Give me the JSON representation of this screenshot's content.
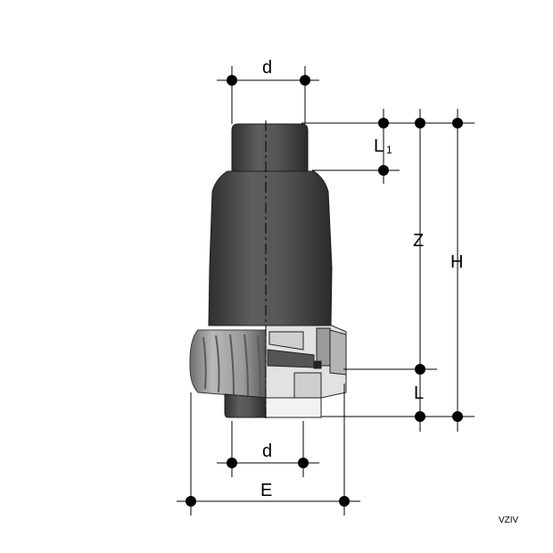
{
  "labels": {
    "d_top": "d",
    "l1_main": "L",
    "l1_sub": "1",
    "z": "Z",
    "h": "H",
    "l": "L",
    "d_bottom": "d",
    "e": "E"
  },
  "code": "VZIV",
  "colors": {
    "body": "#4a4a4a",
    "body_dark": "#2e2e2e",
    "body_light": "#7a7a7a",
    "ring": "#8c8c8c",
    "ring_light": "#c4c4c4",
    "line": "#000000",
    "section": "#d8d8d8"
  }
}
